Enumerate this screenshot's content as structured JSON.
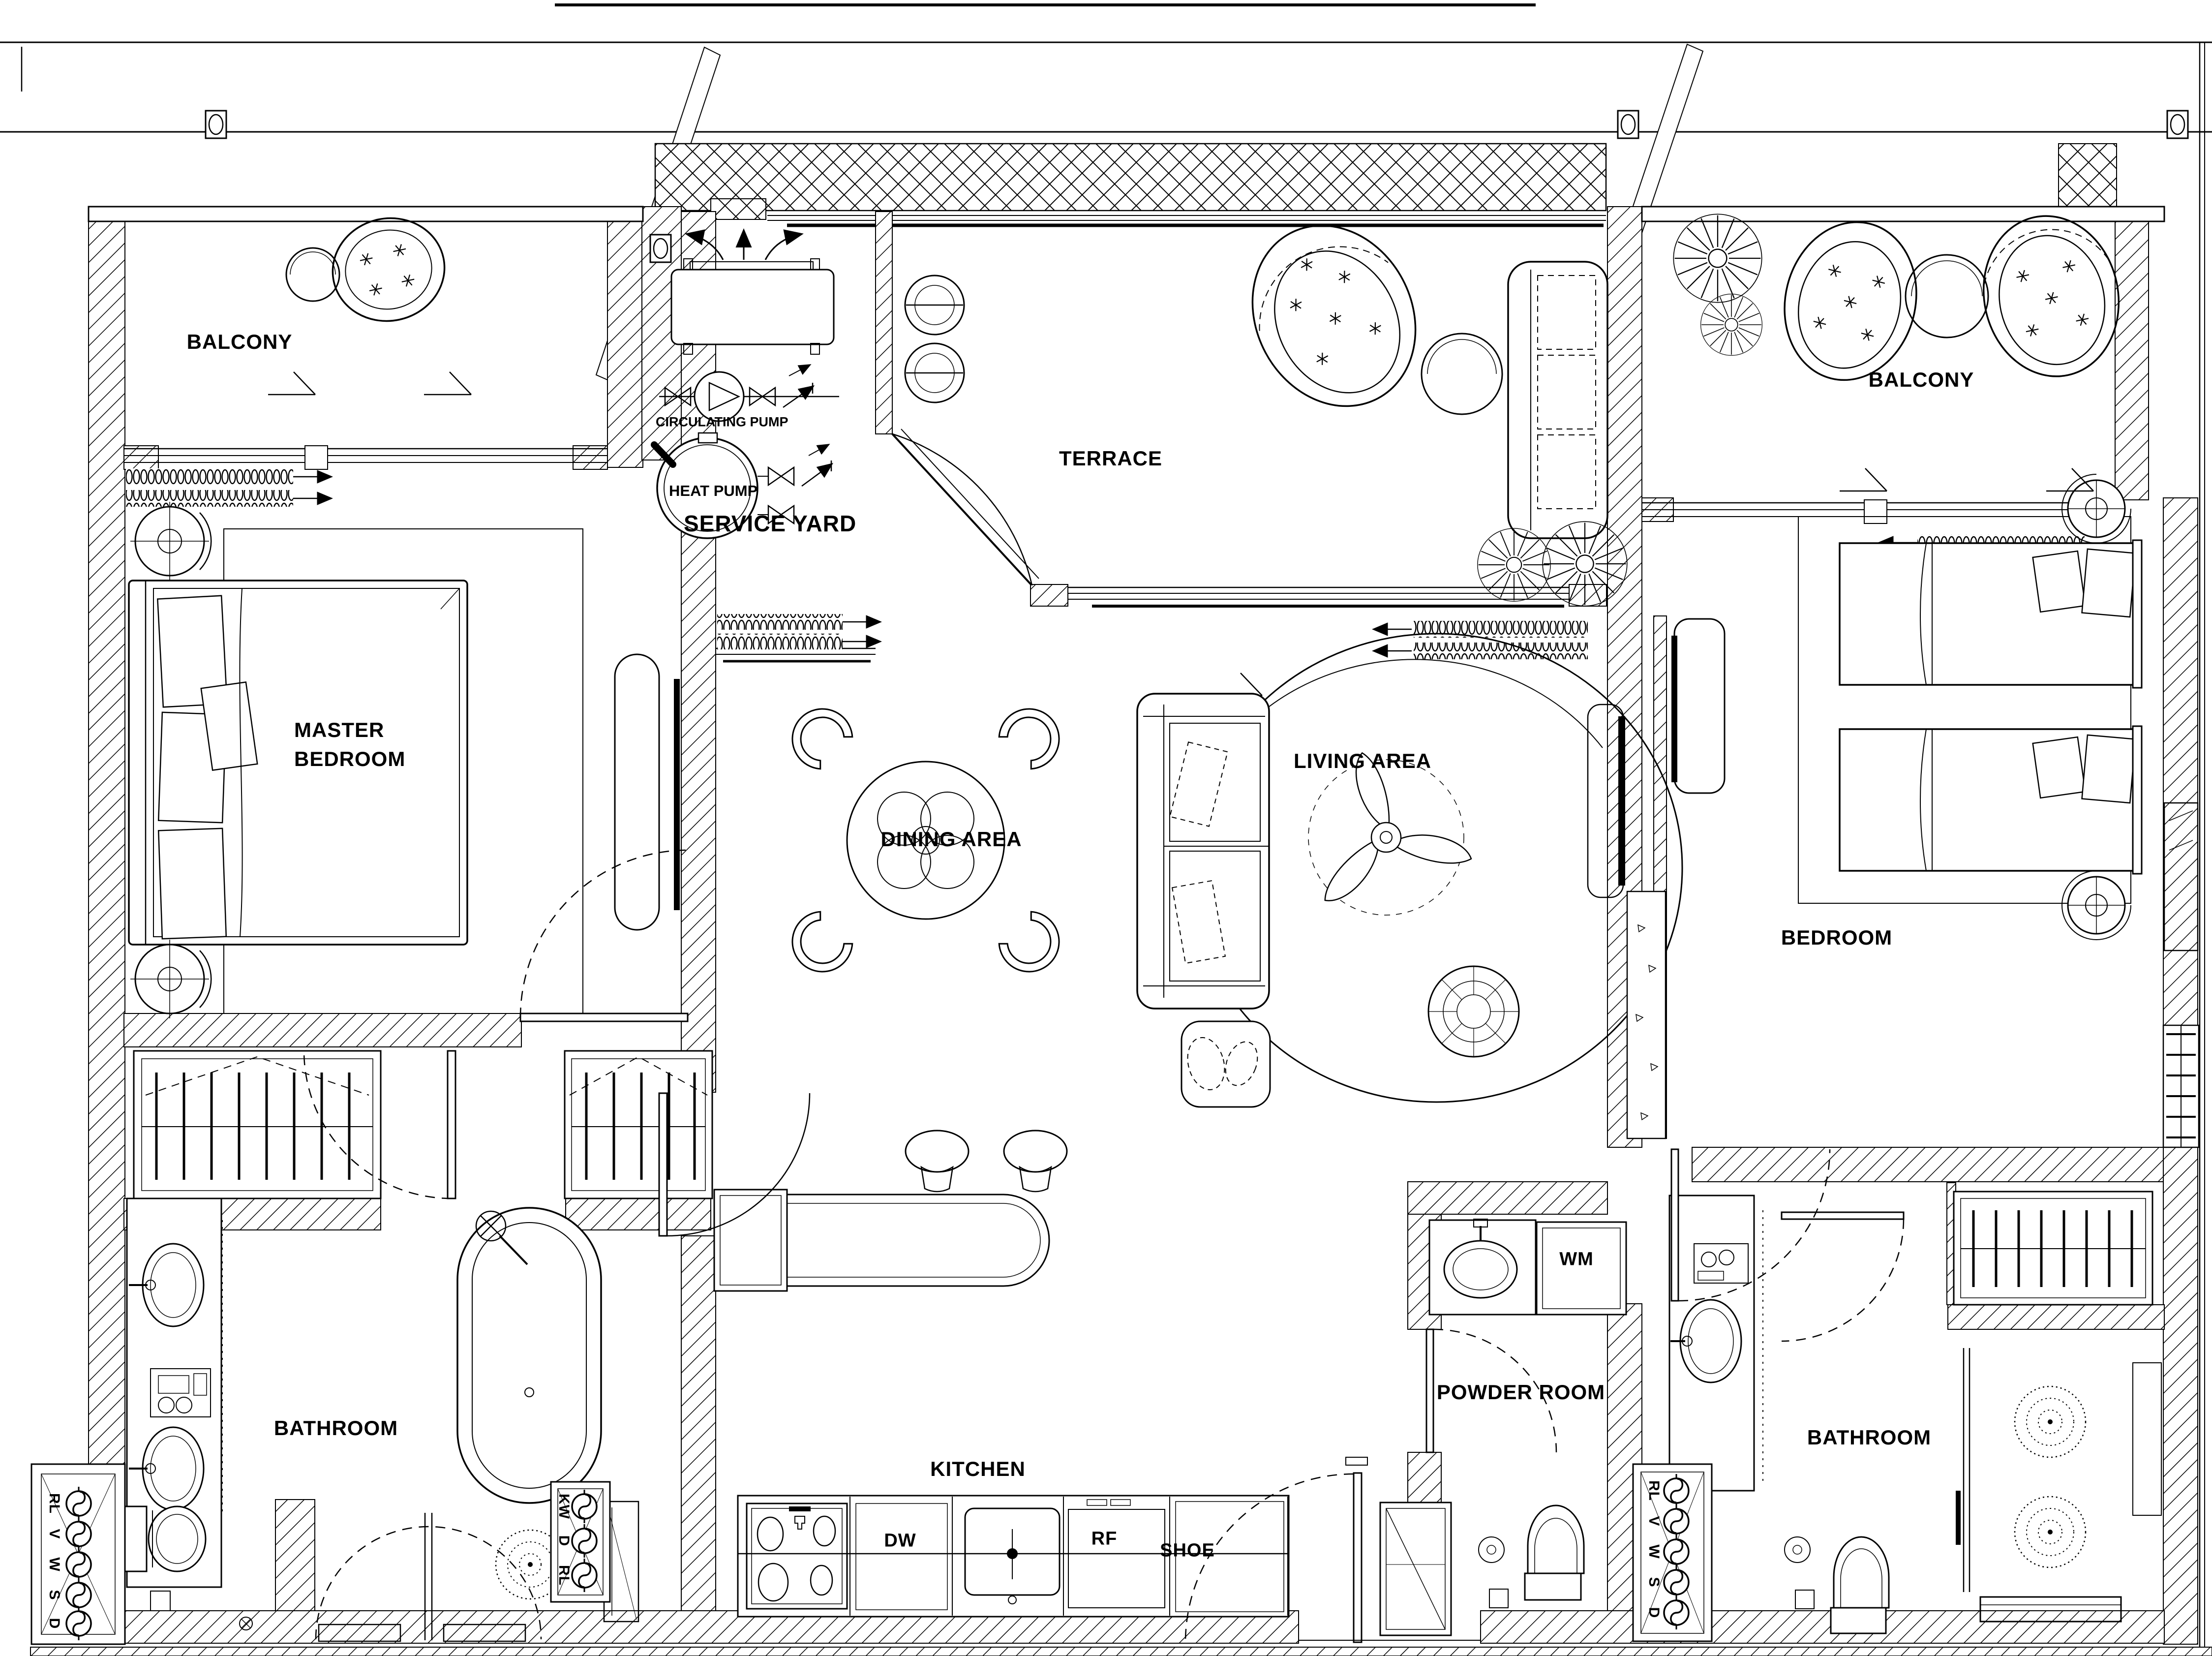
{
  "document": {
    "type": "architectural floor plan",
    "line_color": "#000000",
    "background_color": "#ffffff"
  },
  "rooms": {
    "balcony_left": "BALCONY",
    "master_bedroom_line1": "MASTER",
    "master_bedroom_line2": "BEDROOM",
    "bathroom_left": "BATHROOM",
    "service_yard": "SERVICE YARD",
    "terrace": "TERRACE",
    "dining_area": "DINING AREA",
    "living_area": "LIVING AREA",
    "kitchen": "KITCHEN",
    "powder_room": "POWDER ROOM",
    "bedroom_right": "BEDROOM",
    "bathroom_right": "BATHROOM",
    "balcony_right": "BALCONY"
  },
  "equipment": {
    "circulating_pump": "CIRCULATING PUMP",
    "heat_pump": "HEAT PUMP",
    "dishwasher": "DW",
    "refrigerator": "RF",
    "shoe_cabinet": "SHOE",
    "washing_machine": "WM"
  },
  "risers": {
    "left_shaft": [
      "RL",
      "V",
      "W",
      "S",
      "D"
    ],
    "right_shaft": [
      "RL",
      "V",
      "W",
      "S",
      "D"
    ],
    "kitchen_shaft": [
      "KW",
      "D",
      "RL"
    ]
  }
}
